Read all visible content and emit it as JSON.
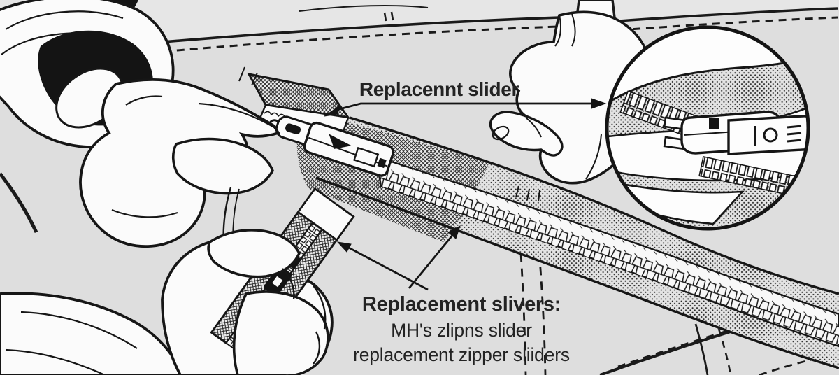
{
  "scene": {
    "type": "instructional-line-art-illustration",
    "subject": "Hands installing a replacement zipper slider on a garment zipper",
    "colors": {
      "background": "#dedede",
      "ink": "#1a1a1a",
      "paper": "#fbfbfb",
      "text": "#232323",
      "fabric_tint": "#e3e3e3"
    }
  },
  "labels": {
    "slider_callout": "Replacennt slider",
    "caption_title": "Replacement slivers:",
    "caption_line2": "MH's zlipns slider",
    "caption_line3": "replacement zipper sliiders"
  },
  "callouts": [
    {
      "name": "slider-callout",
      "text": "Replacennt slider",
      "arrows": [
        "arrow-to-zipper-slider (points down-left at the slider being fitted)",
        "arrow-to-magnifier-inset (points right at the circular close-up)"
      ]
    },
    {
      "name": "caption-block",
      "lines": [
        "Replacement slivers:",
        "MH's zlipns slider",
        "replacement zipper sliiders"
      ],
      "arrows": [
        "arrow-to-zipper-band (points up-right at the zipper)",
        "arrow-to-replacement-strip (points up-left at the spare zipper piece)"
      ]
    }
  ],
  "parts": [
    {
      "name": "left-hand-sleeve-cuff",
      "description": "ribbed jacket cuff around the upper-left wrist"
    },
    {
      "name": "left-hand",
      "description": "upper-left hand pinching the replacement slider onto the open zipper tape"
    },
    {
      "name": "right-hand",
      "description": "right hand holding the garment waistband, thumb pressed near the zipper"
    },
    {
      "name": "fist-hand",
      "description": "lower-left fist gripping a short spare zipper strip"
    },
    {
      "name": "zipper-band",
      "description": "long diagonal zipper with stippled tape and interlocked teeth"
    },
    {
      "name": "zipper-slider",
      "description": "slider with pull tab being threaded at the open end of the zipper"
    },
    {
      "name": "replacement-strip",
      "description": "spare replacement zipper piece with small dark slider"
    },
    {
      "name": "magnifier-inset",
      "description": "circular magnified close-up of the slider installed on the zipper"
    },
    {
      "name": "garment",
      "description": "waistband with dashed stitch seams, belt loop and hem seams"
    }
  ]
}
